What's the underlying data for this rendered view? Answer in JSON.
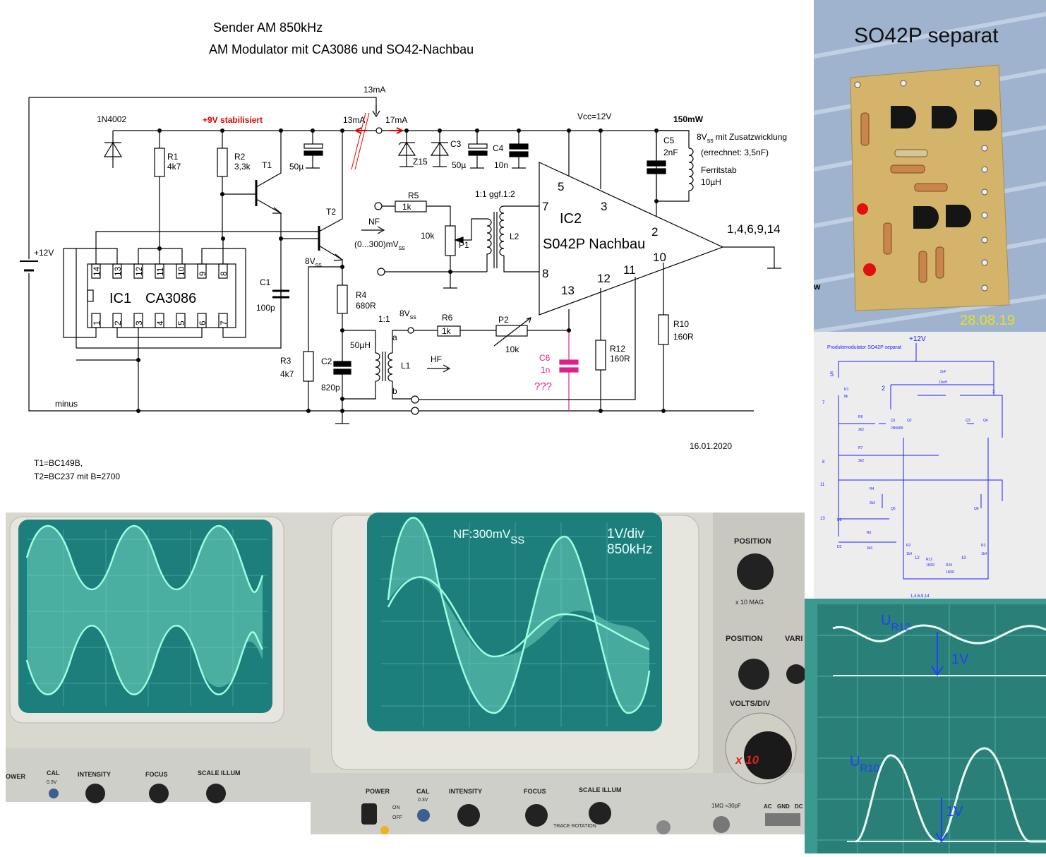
{
  "title": {
    "line1": "Sender AM 850kHz",
    "line2": "AM Modulator mit CA3086 und SO42-Nachbau"
  },
  "date": "16.01.2020",
  "transistors": {
    "t1": "T1=BC149B,",
    "t2": "T2=BC237 mit B=2700"
  },
  "labels": {
    "diode": "1N4002",
    "stab": "+9V stabilisiert",
    "i13a": "13mA",
    "i13b": "13mA",
    "i17": "17mA",
    "vcc": "Vcc=12V",
    "p150": "150mW",
    "v8ss": "8V",
    "v8ss_sub": "ss",
    "zusatz": "mit Zusatzwicklung",
    "errechnet": "(errechnet: 3,5nF)",
    "ferrit": "Ferritstab",
    "l10": "10µH",
    "vplus12": "+12V",
    "minus": "minus",
    "nf": "NF",
    "nf_range": "(0...300)mV",
    "nf_range_sub": "ss",
    "hf": "HF",
    "ratio_nf": "1:1 ggf.1:2",
    "ratio_hf": "1:1",
    "v8ss_t2": "8V",
    "v8ss_t2_sub": "ss",
    "v8ss_hf": "8V",
    "v8ss_hf_sub": "ss",
    "a": "a",
    "b": "b",
    "qqq": "???",
    "gnd_pins": "1,4,6,9,14"
  },
  "components": {
    "r1": [
      "R1",
      "4k7"
    ],
    "r2": [
      "R2",
      "3,3k"
    ],
    "t1": "T1",
    "t2": "T2",
    "c50a": "50µ",
    "c1": [
      "C1",
      "100p"
    ],
    "r3": [
      "R3",
      "4k7"
    ],
    "r4": [
      "R4",
      "680R"
    ],
    "c2": [
      "C2",
      "820p"
    ],
    "l1_ind": "50µH",
    "l1": "L1",
    "r5": [
      "R5",
      "1k"
    ],
    "p1": [
      "10k",
      "P1"
    ],
    "l2": "L2",
    "r6": [
      "R6",
      "1k"
    ],
    "p2": [
      "P2",
      "10k"
    ],
    "c6": [
      "C6",
      "1n"
    ],
    "z15": "Z15",
    "c3": [
      "C3",
      "50µ"
    ],
    "c4": [
      "C4",
      "10n"
    ],
    "c5": [
      "C5",
      "2nF"
    ],
    "r10": [
      "R10",
      "160R"
    ],
    "r12": [
      "R12",
      "160R"
    ]
  },
  "ic1": {
    "name": "IC1",
    "type": "CA3086",
    "pins_top": [
      "14",
      "13",
      "12",
      "11",
      "10",
      "9",
      "8"
    ],
    "pins_bottom": [
      "1",
      "2",
      "3",
      "4",
      "5",
      "6",
      "7"
    ]
  },
  "ic2": {
    "name": "IC2",
    "type": "S042P Nachbau",
    "pins": [
      "5",
      "3",
      "7",
      "2",
      "8",
      "10",
      "13",
      "12",
      "11"
    ]
  },
  "photos": {
    "board_title": "SO42P separat",
    "board_date": "28.08.19",
    "board_side_letter": "w",
    "schematic_title": "Produktmodulator SO42P separat",
    "schematic_supply": "+12V",
    "schematic_gnd": "1,4,6,9,14",
    "schematic_pins": [
      "5",
      "2",
      "3",
      "7",
      "8",
      "11",
      "13",
      "10",
      "12"
    ],
    "schematic_parts": [
      "R1",
      "8k",
      "R6",
      "2k2",
      "R7",
      "2k2",
      "R4",
      "3k3",
      "R5",
      "3k3",
      "2nF",
      "10uH",
      "Q1",
      "Q2",
      "Q3",
      "Q4",
      "Q5",
      "Q6",
      "2N5089",
      "D3",
      "D2",
      "R2",
      "1k4",
      "R3",
      "1k4",
      "R12",
      "160R",
      "R10",
      "160R"
    ],
    "scope2_nf": "NF:300mV",
    "scope2_nf_sub": "SS",
    "scope2_div": "1V/div",
    "scope2_freq": "850kHz",
    "scope2_position1": "POSITION",
    "scope2_mag": "x 10 MAG",
    "scope2_position2": "POSITION",
    "scope2_vari": "VARI",
    "scope2_voltsdiv": "VOLTS/DIV",
    "scope2_x10": "x 10",
    "scope2_ac": "AC",
    "scope2_gnd": "GND",
    "scope2_dc": "DC",
    "scope2_input": "1MΩ ≈30pF",
    "scope_power": "POWER",
    "scope_on": "ON",
    "scope_off": "OFF",
    "scope_cal": "CAL",
    "scope_cal_v": "0.3V",
    "scope_intensity": "INTENSITY",
    "scope_focus": "FOCUS",
    "scope_scale": "SCALE ILLUM",
    "scope_trace": "TRACE ROTATION",
    "scope1_power": "OWER",
    "scope3_ur12": "U",
    "scope3_ur12_sub": "R12",
    "scope3_ur10": "U",
    "scope3_ur10_sub": "R10",
    "scope3_1v_a": "1V",
    "scope3_1v_b": "1V"
  },
  "colors": {
    "trace": "#9dffe0",
    "screen": "#1d7f7c",
    "bezel": "#d9d8cf",
    "panel": "#cfcfc9",
    "pcb": "#d4b46a",
    "photo_bg": "#9fb3cf",
    "schematic_blue": "#2020ff",
    "magenta": "#e0208a",
    "stab_red": "#e00000"
  }
}
